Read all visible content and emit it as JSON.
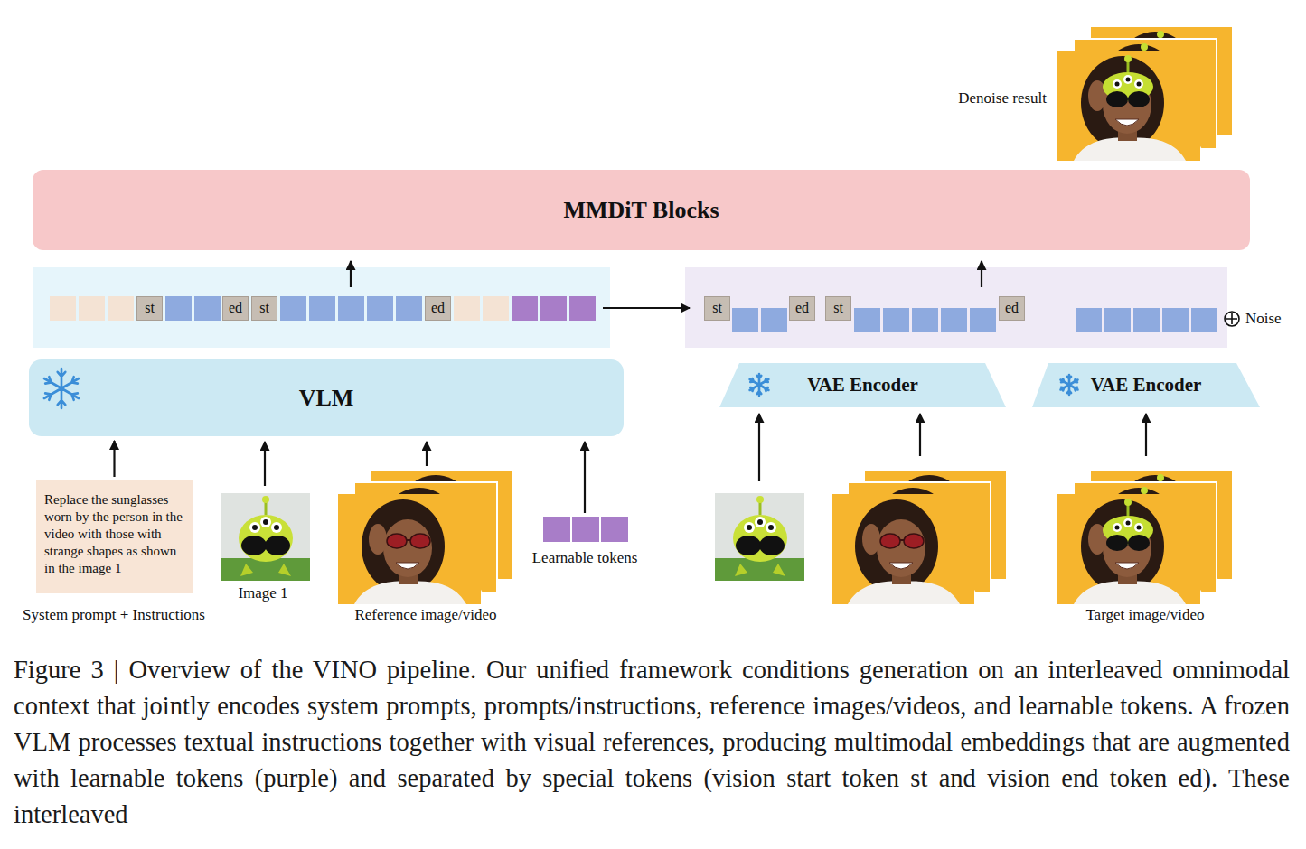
{
  "diagram": {
    "caption": "Figure 3 | Overview of the VINO pipeline. Our unified framework conditions generation on an interleaved omnimodal context that jointly encodes system prompts, prompts/instructions, reference images/videos, and learnable tokens. A frozen VLM processes textual instructions together with visual references, producing multimodal embeddings that are augmented with learnable tokens (purple) and separated by special tokens (vision start token st and vision end token ed). These interleaved",
    "nodes": [
      {
        "text": [
          "MMDiT Blocks"
        ]
      },
      {
        "text": [
          "st"
        ]
      },
      {
        "text": [
          "ed"
        ]
      },
      {
        "text": [
          "st"
        ]
      },
      {
        "text": [
          "ed"
        ]
      },
      {
        "text": [
          "st"
        ]
      },
      {
        "text": [
          "ed"
        ]
      },
      {
        "text": [
          "st"
        ]
      },
      {
        "text": [
          "ed"
        ]
      },
      {
        "text": [
          "VLM"
        ]
      },
      {
        "text": [
          "VAE Encoder"
        ]
      },
      {
        "text": [
          "VAE Encoder"
        ]
      },
      {
        "text": [
          "Replace the sunglasses worn by the person in the video with those with strange shapes as shown in the image 1"
        ]
      }
    ],
    "edges": [
      {
        "from": 12,
        "to": 9,
        "arrow": "to"
      }
    ],
    "labels": [
      "Denoise result",
      "Noise",
      "Image 1",
      "Learnable tokens",
      "System prompt + Instructions",
      "Reference image/video",
      "Target image/video"
    ]
  }
}
